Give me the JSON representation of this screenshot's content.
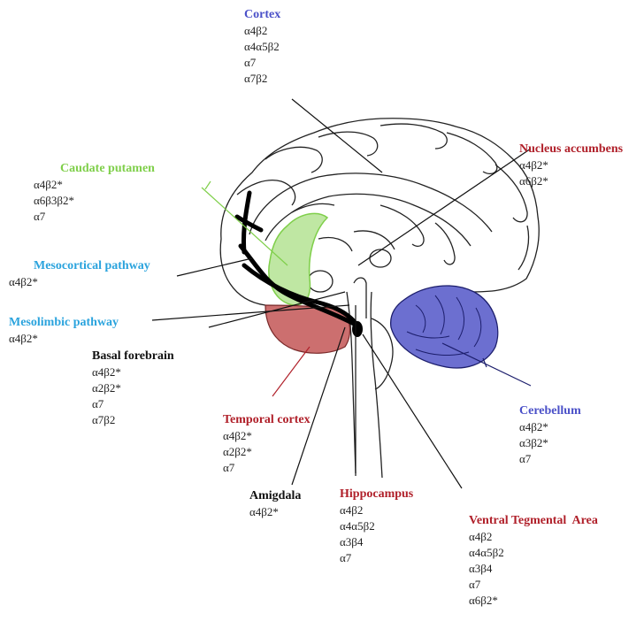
{
  "colors": {
    "cortex": "#4a50c8",
    "red_label": "#b0202a",
    "caudate": "#7fcf4a",
    "pathway": "#2aa3dd",
    "cerebellum_fill": "#6c6fd0",
    "temporal_fill": "#cc6f6f",
    "caudate_fill": "#bfe7a3"
  },
  "regions": {
    "cortex": {
      "title": "Cortex",
      "subunits": [
        "α4β2",
        "α4α5β2",
        "α7",
        "α7β2"
      ]
    },
    "nucleus_accumbens": {
      "title": "Nucleus accumbens",
      "subunits": [
        "α4β2*",
        "α6β2*"
      ]
    },
    "caudate_putamen": {
      "title": "Caudate putamen",
      "subunits": [
        "α4β2*",
        "α6β3β2*",
        "α7"
      ]
    },
    "mesocortical": {
      "title": "Mesocortical pathway",
      "subunits": [
        "α4β2*"
      ]
    },
    "mesolimbic": {
      "title": "Mesolimbic pathway",
      "subunits": [
        "α4β2*"
      ]
    },
    "basal_forebrain": {
      "title": "Basal forebrain",
      "subunits": [
        "α4β2*",
        "α2β2*",
        "α7",
        "α7β2"
      ]
    },
    "temporal_cortex": {
      "title": "Temporal cortex",
      "subunits": [
        "α4β2*",
        "α2β2*",
        "α7"
      ]
    },
    "cerebellum": {
      "title": "Cerebellum",
      "subunits": [
        "α4β2*",
        "α3β2*",
        "α7"
      ]
    },
    "amigdala": {
      "title": "Amigdala",
      "subunits": [
        "α4β2*"
      ]
    },
    "hippocampus": {
      "title": "Hippocampus",
      "subunits": [
        "α4β2",
        "α4α5β2",
        "α3β4",
        "α7"
      ]
    },
    "vta": {
      "title": "Ventral Tegmental  Area",
      "subunits": [
        "α4β2",
        "α4α5β2",
        "α3β4",
        "α7",
        "α6β2*"
      ]
    }
  }
}
